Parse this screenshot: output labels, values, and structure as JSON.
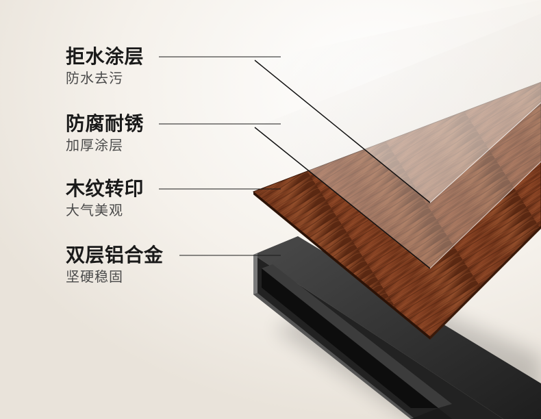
{
  "layers": [
    {
      "title": "拒水涂层",
      "subtitle": "防水去污"
    },
    {
      "title": "防腐耐锈",
      "subtitle": "加厚涂层"
    },
    {
      "title": "木纹转印",
      "subtitle": "大气美观"
    },
    {
      "title": "双层铝合金",
      "subtitle": "坚硬稳固"
    }
  ],
  "colors": {
    "background": "#f3efe9",
    "wood": "#7a3a1e",
    "metal": "#2a2a2a",
    "line": "#1a1a1a"
  }
}
